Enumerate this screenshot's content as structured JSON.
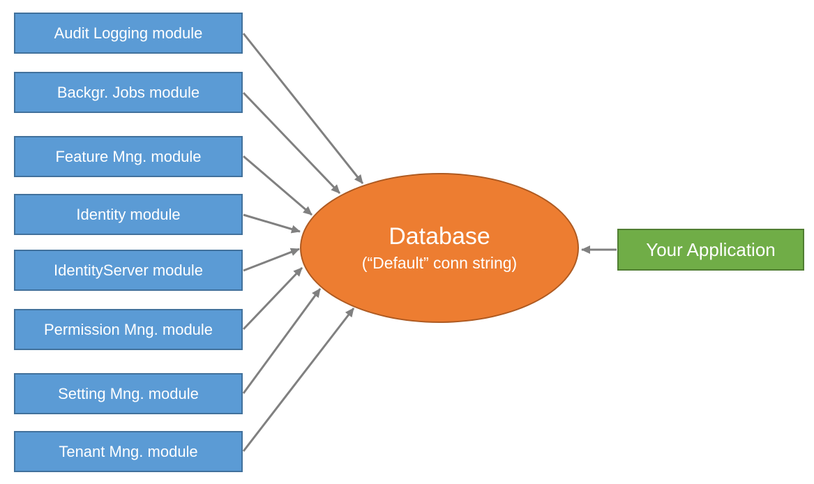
{
  "modules": [
    {
      "label": "Audit Logging module"
    },
    {
      "label": "Backgr. Jobs module"
    },
    {
      "label": "Feature Mng. module"
    },
    {
      "label": "Identity module"
    },
    {
      "label": "IdentityServer module"
    },
    {
      "label": "Permission Mng. module"
    },
    {
      "label": "Setting Mng. module"
    },
    {
      "label": "Tenant Mng. module"
    }
  ],
  "database": {
    "title": "Database",
    "subtitle": "(“Default” conn string)"
  },
  "application": {
    "label": "Your Application"
  },
  "colors": {
    "module_fill": "#5B9BD5",
    "module_border": "#41719C",
    "database_fill": "#ED7D31",
    "database_border": "#AE5A21",
    "app_fill": "#70AD47",
    "app_border": "#507E32",
    "arrow": "#808080",
    "label_text": "#FFFFFF",
    "background": "#FFFFFF"
  }
}
